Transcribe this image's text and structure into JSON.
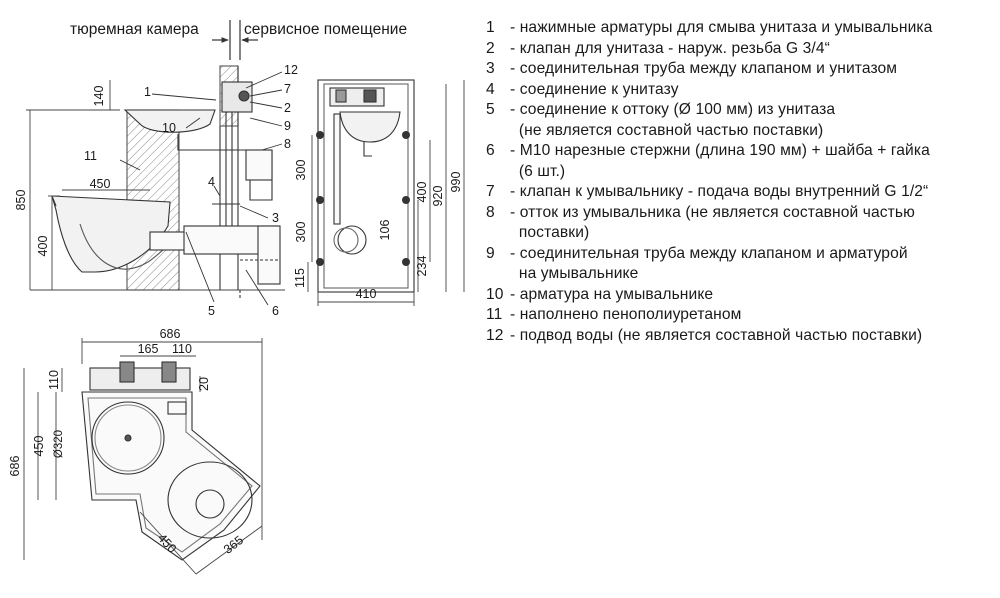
{
  "top_labels": {
    "left_room": "тюремная камера",
    "right_room": "сервисное помещение"
  },
  "side_view": {
    "dims": {
      "d140": "140",
      "d850": "850",
      "d400": "400",
      "d450": "450"
    },
    "callouts": {
      "c1": "1",
      "c2": "2",
      "c3": "3",
      "c4": "4",
      "c5": "5",
      "c6": "6",
      "c7": "7",
      "c8": "8",
      "c9": "9",
      "c10": "10",
      "c11": "11",
      "c12": "12"
    }
  },
  "front_view": {
    "dims": {
      "d300a": "300",
      "d300b": "300",
      "d115": "115",
      "d106": "106",
      "d234": "234",
      "d400": "400",
      "d920": "920",
      "d990": "990",
      "d410": "410"
    }
  },
  "plan_view": {
    "dims": {
      "d686_top": "686",
      "d165": "165",
      "d110_top": "110",
      "d110_left": "110",
      "d20": "20",
      "d450_left": "450",
      "d686_left": "686",
      "d320": "Ø320",
      "d450_diag": "450",
      "d365": "365"
    }
  },
  "legend": [
    {
      "num": "1",
      "text": "- нажимные арматуры для смыва унитаза и умывальника"
    },
    {
      "num": "2",
      "text": "- клапан для унитаза - наруж. резьба G 3/4“"
    },
    {
      "num": "3",
      "text": "- соединительная труба между клапаном и унитазом"
    },
    {
      "num": "4",
      "text": "- соединение к унитазу"
    },
    {
      "num": "5",
      "text": "- соединение к оттоку (Ø 100 мм) из унитаза"
    },
    {
      "num": "",
      "text": "  (не является составной частью поставки)"
    },
    {
      "num": "6",
      "text": "- M10 нарезные стержни (длина 190 мм) + шайба + гайка"
    },
    {
      "num": "",
      "text": "  (6 шт.)"
    },
    {
      "num": "7",
      "text": "- клапан к умывальнику - подача воды внутренний G 1/2“"
    },
    {
      "num": "8",
      "text": "- отток из умывальника (не является составной частью"
    },
    {
      "num": "",
      "text": "  поставки)"
    },
    {
      "num": "9",
      "text": "- соединительная труба между клапаном и арматурой"
    },
    {
      "num": "",
      "text": "  на умывальнике"
    },
    {
      "num": "10",
      "text": "- арматура на умывальнике"
    },
    {
      "num": "11",
      "text": "- наполнено пенополиуретаном"
    },
    {
      "num": "12",
      "text": "- подвод воды (не является составной частью поставки)"
    }
  ]
}
